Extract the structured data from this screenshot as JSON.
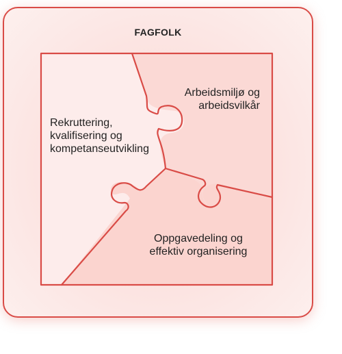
{
  "frame": {
    "title": "FAGFOLK"
  },
  "pieces": [
    {
      "id": "left",
      "lines": [
        "Rekruttering,",
        "kvalifisering og",
        "kompetanseutvikling"
      ]
    },
    {
      "id": "right",
      "lines": [
        "Arbeidsmiljø og",
        "arbeidsvilkår"
      ]
    },
    {
      "id": "bottom",
      "lines": [
        "Oppgavedeling og",
        "effektiv organisering"
      ]
    }
  ],
  "colors": {
    "stroke": "#d94b46",
    "piece_left_fill": "#fdeceb",
    "piece_right_fill": "#fbd9d5",
    "piece_bottom_fill": "#fbd4cf",
    "text": "#222222"
  }
}
